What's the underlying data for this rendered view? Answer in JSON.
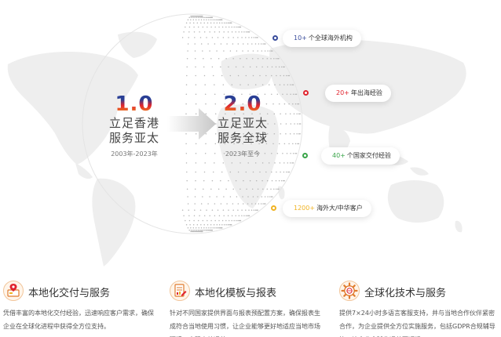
{
  "stages": [
    {
      "num": "1.0",
      "line1": "立足香港",
      "line2": "服务亚太",
      "years": "2003年-2023年"
    },
    {
      "num": "2.0",
      "line1": "立足亚太",
      "line2": "服务全球",
      "years": "2023年至今"
    }
  ],
  "milestones": [
    {
      "num": "10+",
      "text": "个全球海外机构",
      "color": "#3a4d9c"
    },
    {
      "num": "20+",
      "text": "年出海经验",
      "color": "#e0242e"
    },
    {
      "num": "40+",
      "text": "个国家交付经验",
      "color": "#3aa54a"
    },
    {
      "num": "1200+",
      "text": "海外大/中华客户",
      "color": "#f0b323"
    }
  ],
  "features": [
    {
      "title": "本地化交付与服务",
      "icon": "localization-delivery-icon",
      "text": "凭借丰富的本地化交付经验，迅速响应客户需求，确保企业在全球化进程中获得全方位支持。"
    },
    {
      "title": "本地化模板与报表",
      "icon": "template-report-icon",
      "text": "针对不同国家提供界面与报表预配置方案，确保报表生成符合当地使用习惯，让企业能够更好地适应当地市场环境，实现高效运营。"
    },
    {
      "title": "全球化技术与服务",
      "icon": "global-tech-gear-icon",
      "text": "提供7×24小时多语言客服支持，并与当地合作伙伴紧密合作，为企业提供全方位实施服务，包括GDPR合规辅导等，让企业全球化运营更顺畅。"
    }
  ],
  "colors": {
    "numeral_gradient": [
      "#2a3f95",
      "#e0242e",
      "#f5b21a"
    ],
    "map": "#eeeeee",
    "dots": "#b5b5b5"
  }
}
